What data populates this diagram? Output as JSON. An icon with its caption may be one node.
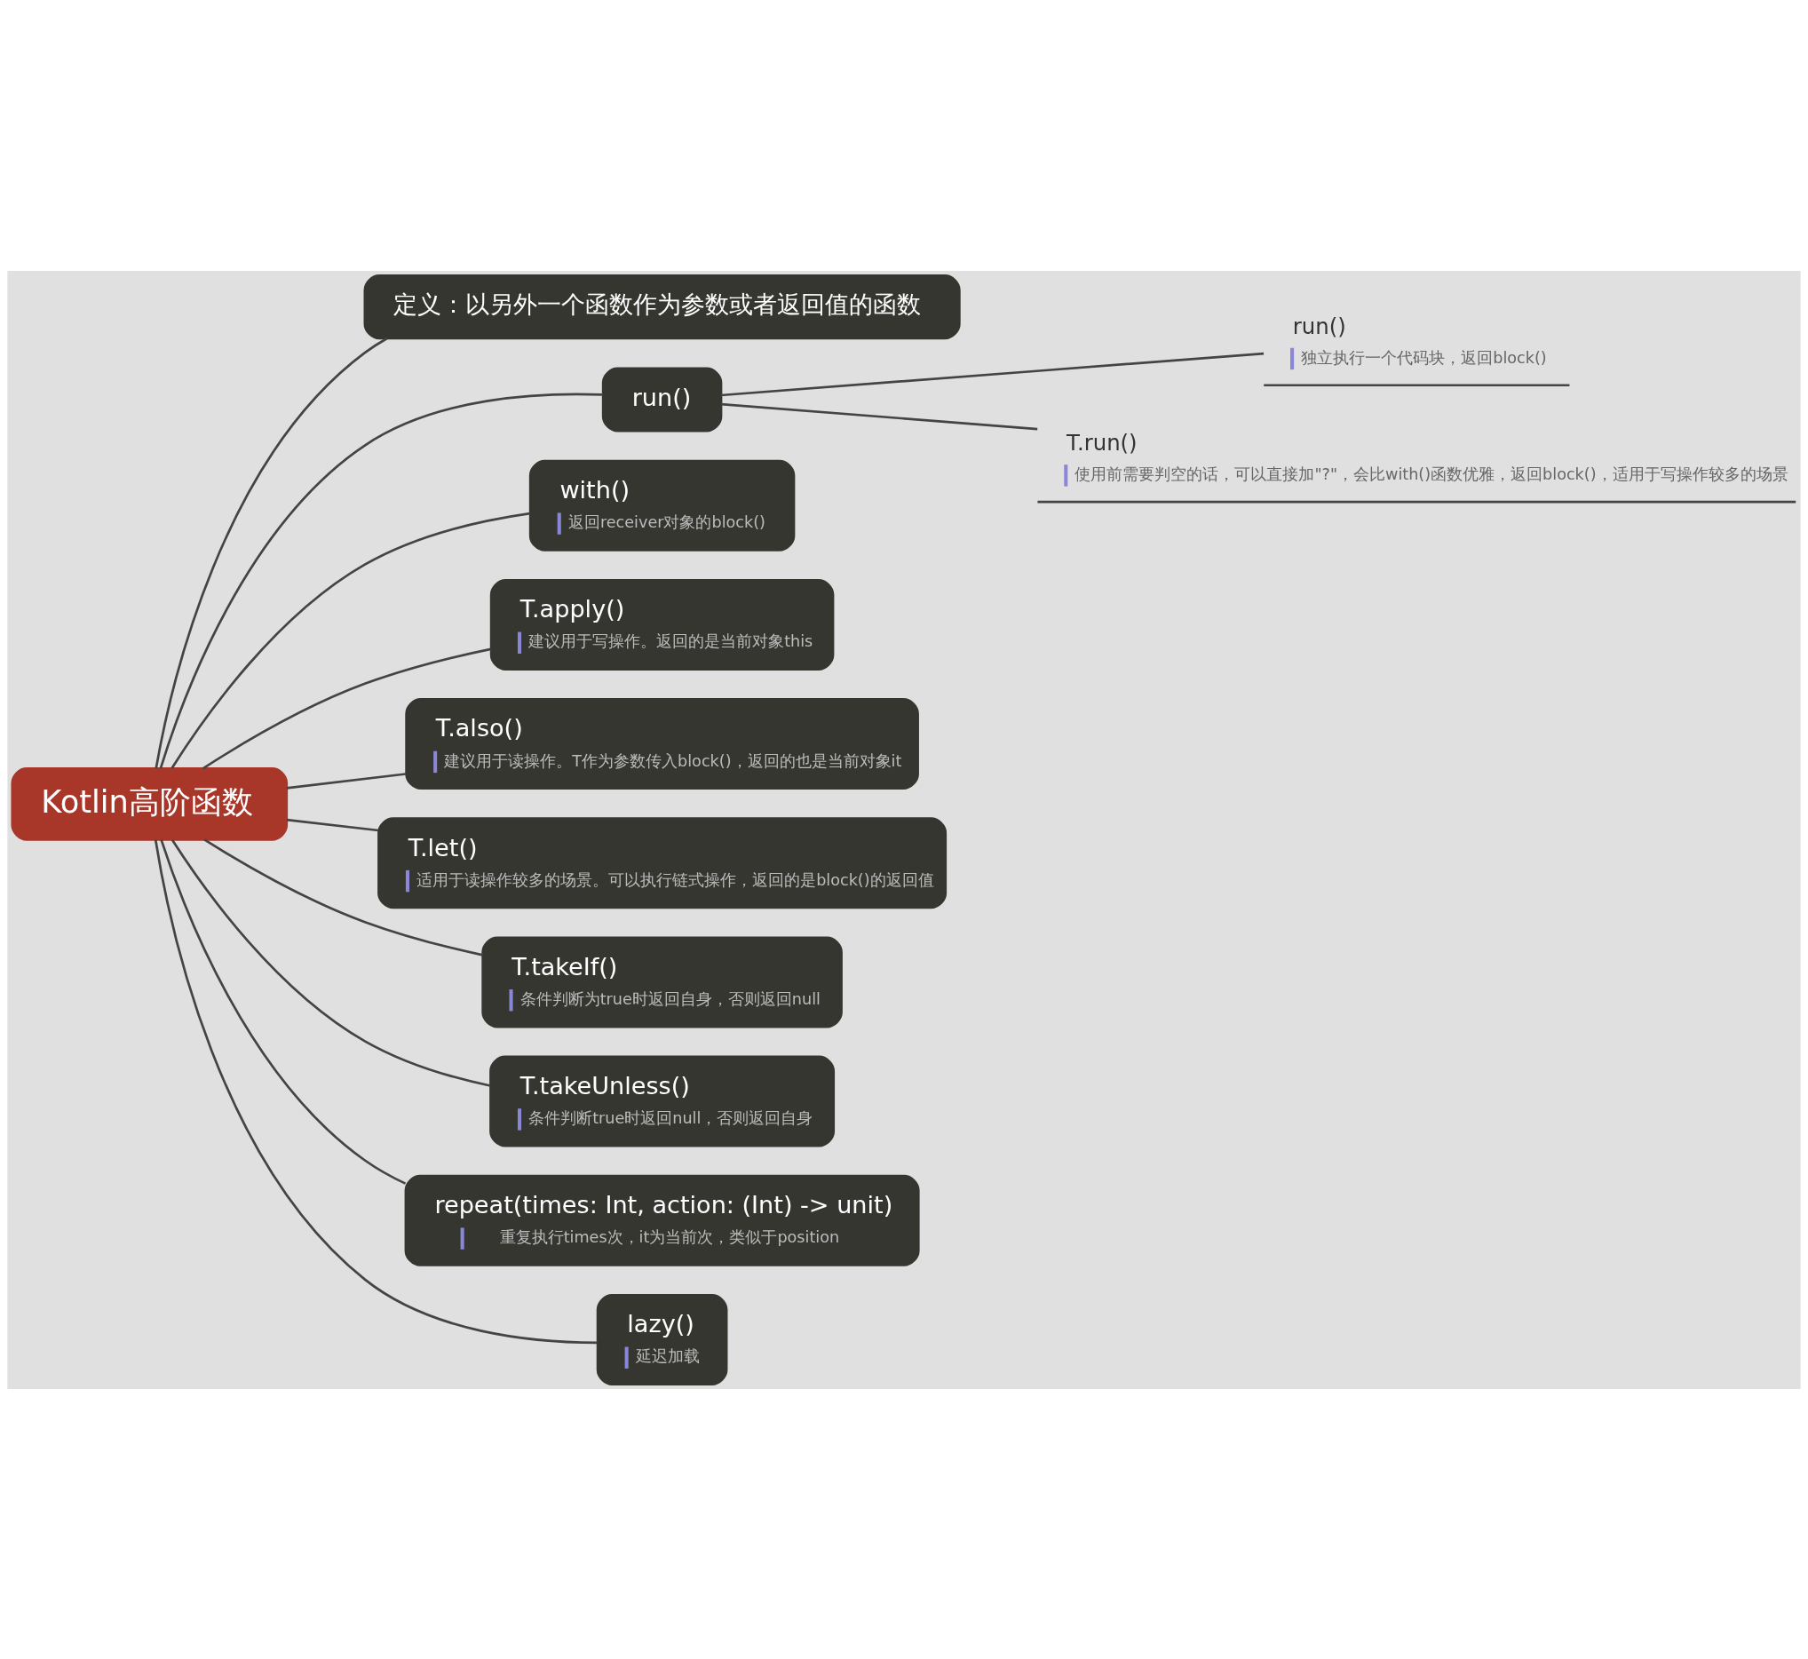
{
  "diagram": {
    "nodes": [
      {
        "text": [
          "Kotlin高阶函数"
        ]
      },
      {
        "text": [
          "定义：以另外一个函数作为参数或者返回值的函数"
        ]
      },
      {
        "text": [
          "run()"
        ]
      },
      {
        "text": [
          "run()",
          "独立执行一个代码块，返回block()"
        ]
      },
      {
        "text": [
          "T.run()",
          "使用前需要判空的话，可以直接加\"?\"，会比with()函数优雅，返回block()，适用于写操作较多的场景"
        ]
      },
      {
        "text": [
          "with()",
          "返回receiver对象的block()"
        ]
      },
      {
        "text": [
          "T.apply()",
          "建议用于写操作。返回的是当前对象this"
        ]
      },
      {
        "text": [
          "T.also()",
          "建议用于读操作。T作为参数传入block()，返回的也是当前对象it"
        ]
      },
      {
        "text": [
          "T.let()",
          "适用于读操作较多的场景。可以执行链式操作，返回的是block()的返回值"
        ]
      },
      {
        "text": [
          "T.takeIf()",
          "条件判断为true时返回自身，否则返回null"
        ]
      },
      {
        "text": [
          "T.takeUnless()",
          "条件判断true时返回null，否则返回自身"
        ]
      },
      {
        "text": [
          "repeat(times: Int, action: (Int) -> unit)",
          "重复执行times次，it为当前次，类似于position"
        ]
      },
      {
        "text": [
          "lazy()",
          "延迟加载"
        ]
      }
    ],
    "edges": [
      {
        "from": 0,
        "to": 1,
        "arrow": "none"
      },
      {
        "from": 0,
        "to": 2,
        "arrow": "none"
      },
      {
        "from": 2,
        "to": 3,
        "arrow": "none"
      },
      {
        "from": 2,
        "to": 4,
        "arrow": "none"
      },
      {
        "from": 0,
        "to": 5,
        "arrow": "none"
      },
      {
        "from": 0,
        "to": 6,
        "arrow": "none"
      },
      {
        "from": 0,
        "to": 7,
        "arrow": "none"
      },
      {
        "from": 0,
        "to": 8,
        "arrow": "none"
      },
      {
        "from": 0,
        "to": 9,
        "arrow": "none"
      },
      {
        "from": 0,
        "to": 10,
        "arrow": "none"
      },
      {
        "from": 0,
        "to": 11,
        "arrow": "none"
      },
      {
        "from": 0,
        "to": 12,
        "arrow": "none"
      }
    ]
  }
}
